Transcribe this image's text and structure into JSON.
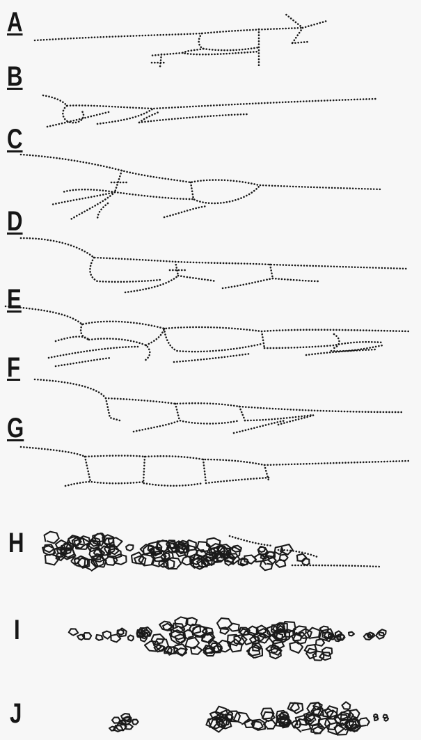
{
  "figure": {
    "panels": [
      {
        "letter": "A",
        "underlined": true
      },
      {
        "letter": "B",
        "underlined": true
      },
      {
        "letter": "C",
        "underlined": true
      },
      {
        "letter": "D",
        "underlined": true
      },
      {
        "letter": "E",
        "underlined": true
      },
      {
        "letter": "F",
        "underlined": true
      },
      {
        "letter": "G",
        "underlined": true
      },
      {
        "letter": "H",
        "underlined": false
      },
      {
        "letter": "I",
        "underlined": false
      },
      {
        "letter": "J",
        "underlined": false
      }
    ],
    "colors": {
      "ink": "#1a1a1a",
      "background": "#f7f7f7"
    }
  }
}
